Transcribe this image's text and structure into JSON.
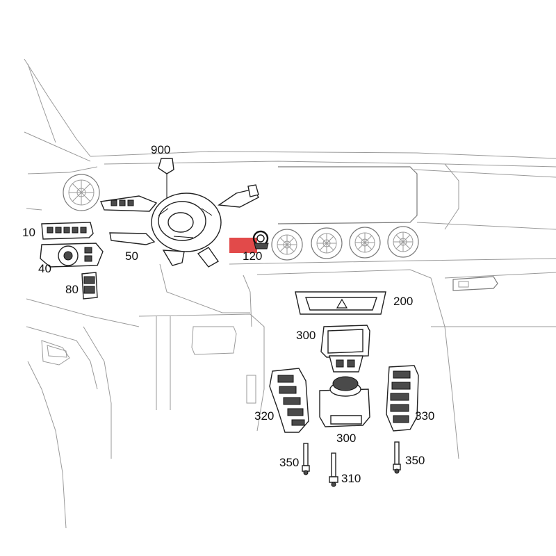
{
  "diagram": {
    "accent_color": "#e24a4a",
    "callouts": {
      "c900": "900",
      "c10": "10",
      "c40": "40",
      "c50": "50",
      "c80": "80",
      "c120": "120",
      "c200": "200",
      "c300_top": "300",
      "c300_bottom": "300",
      "c320": "320",
      "c330": "330",
      "c350_left": "350",
      "c350_right": "350",
      "c310": "310"
    },
    "icons": [
      "vent-icon",
      "warning-triangle-icon",
      "bolt-icon"
    ]
  }
}
